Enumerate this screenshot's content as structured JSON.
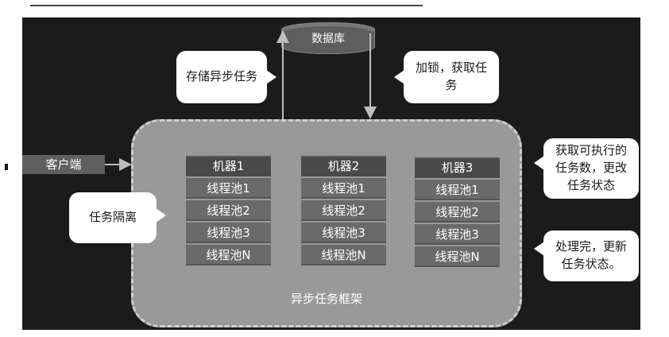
{
  "database": {
    "label": "数据库"
  },
  "client": {
    "label": "客户端"
  },
  "framework": {
    "label": "异步任务框架"
  },
  "bubbles": {
    "store": "存储异步任务",
    "lock": "加锁，获取任务",
    "isolation": "任务隔离",
    "fetch_line1": "获取可执行的",
    "fetch_line2": "任务数，更改",
    "fetch_line3": "任务状态",
    "done_line1": "处理完，更新",
    "done_line2": "任务状态。"
  },
  "machines": [
    {
      "name": "机器1",
      "pools": [
        "线程池1",
        "线程池2",
        "线程池3",
        "线程池N"
      ]
    },
    {
      "name": "机器2",
      "pools": [
        "线程池1",
        "线程池2",
        "线程池3",
        "线程池N"
      ]
    },
    {
      "name": "机器3",
      "pools": [
        "线程池1",
        "线程池2",
        "线程池3",
        "线程池N"
      ]
    }
  ]
}
